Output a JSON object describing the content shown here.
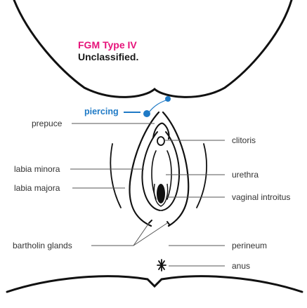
{
  "title": "FGM Type IV",
  "subtitle": "Unclassified.",
  "colors": {
    "title": "#e6137a",
    "accent": "#1f7ac6",
    "outline": "#111111",
    "leader": "#555555"
  },
  "labels": {
    "piercing": "piercing",
    "prepuce": "prepuce",
    "labia_minora": "labia minora",
    "labia_majora": "labia majora",
    "bartholin_glands": "bartholin glands",
    "clitoris": "clitoris",
    "urethra": "urethra",
    "vaginal_introitus": "vaginal introitus",
    "perineum": "perineum",
    "anus": "anus"
  }
}
